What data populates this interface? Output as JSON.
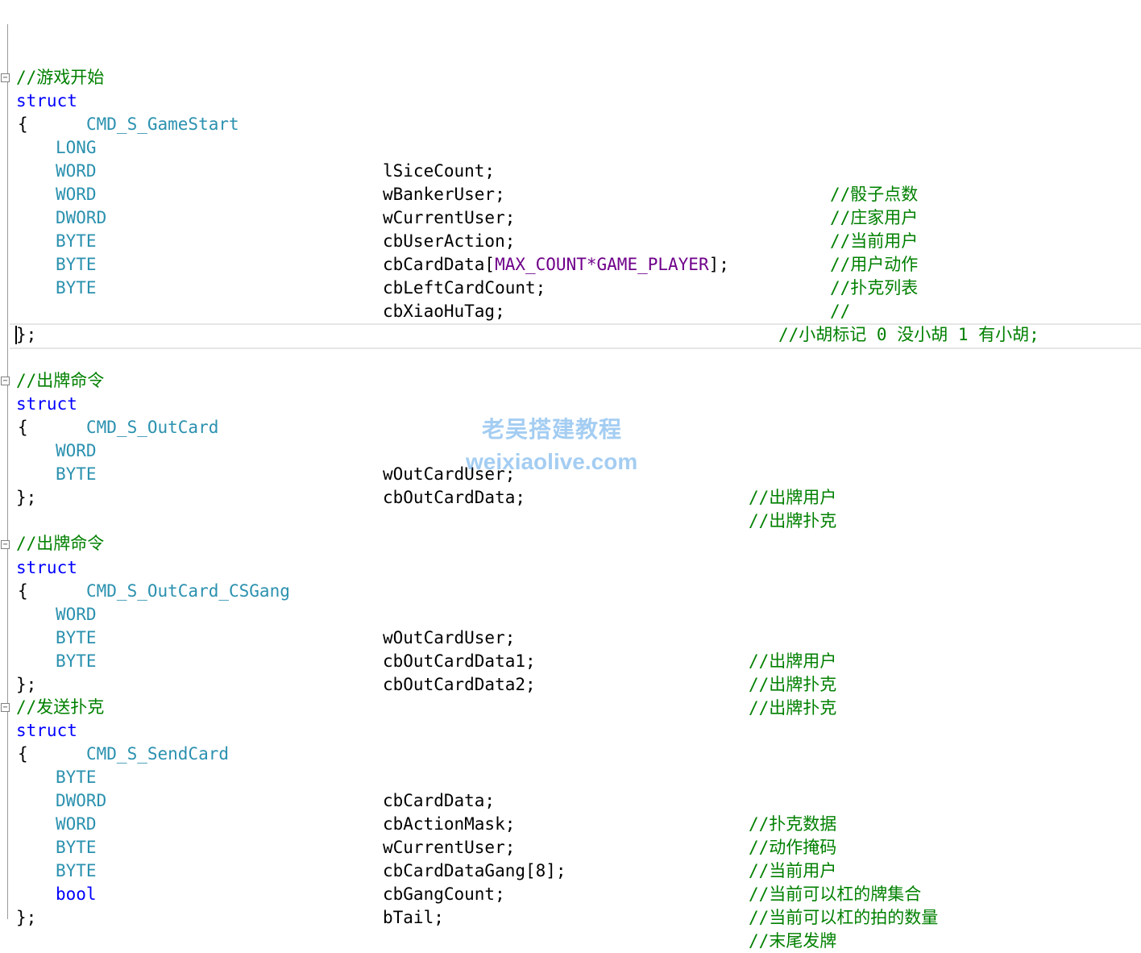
{
  "blocks": [
    {
      "comment": "//游戏开始",
      "keyword": "struct",
      "name": "CMD_S_GameStart",
      "open": "{",
      "close": "};",
      "fields": [
        {
          "type": "LONG",
          "var": "lSiceCount;",
          "comment": "//骰子点数"
        },
        {
          "type": "WORD",
          "var": "wBankerUser;",
          "comment": "//庄家用户"
        },
        {
          "type": "WORD",
          "var": "wCurrentUser;",
          "comment": "//当前用户"
        },
        {
          "type": "DWORD",
          "var": "cbUserAction;",
          "comment": "//用户动作"
        },
        {
          "type": "BYTE",
          "var_prefix": "cbCardData[",
          "var_macro": "MAX_COUNT*GAME_PLAYER",
          "var_suffix": "];",
          "comment": "//扑克列表"
        },
        {
          "type": "BYTE",
          "var": "cbLeftCardCount;",
          "comment": "//"
        },
        {
          "type": "BYTE",
          "var": "cbXiaoHuTag;",
          "comment": "//小胡标记 0 没小胡 1 有小胡;"
        }
      ]
    },
    {
      "comment": "//出牌命令",
      "keyword": "struct",
      "name": "CMD_S_OutCard",
      "open": "{",
      "close": "};",
      "fields": [
        {
          "type": "WORD",
          "var": "wOutCardUser;",
          "comment": "//出牌用户"
        },
        {
          "type": "BYTE",
          "var": "cbOutCardData;",
          "comment": "//出牌扑克"
        }
      ]
    },
    {
      "comment": "//出牌命令",
      "keyword": "struct",
      "name": "CMD_S_OutCard_CSGang",
      "open": "{",
      "close": "};",
      "fields": [
        {
          "type": "WORD",
          "var": "wOutCardUser;",
          "comment": "//出牌用户"
        },
        {
          "type": "BYTE",
          "var": "cbOutCardData1;",
          "comment": "//出牌扑克"
        },
        {
          "type": "BYTE",
          "var": "cbOutCardData2;",
          "comment": "//出牌扑克"
        }
      ]
    },
    {
      "comment": "//发送扑克",
      "keyword": "struct",
      "name": "CMD_S_SendCard",
      "open": "{",
      "close": "};",
      "fields": [
        {
          "type": "BYTE",
          "var": "cbCardData;",
          "comment": "//扑克数据"
        },
        {
          "type": "DWORD",
          "var": "cbActionMask;",
          "comment": "//动作掩码"
        },
        {
          "type": "WORD",
          "var": "wCurrentUser;",
          "comment": "//当前用户"
        },
        {
          "type": "BYTE",
          "var": "cbCardDataGang[8];",
          "comment": "//当前可以杠的牌集合"
        },
        {
          "type": "BYTE",
          "var": "cbGangCount;",
          "comment": "//当前可以杠的拍的数量"
        },
        {
          "type": "bool",
          "var": "bTail;",
          "comment": "//末尾发牌"
        }
      ]
    }
  ],
  "watermark": {
    "line1": "老吴搭建教程",
    "line2": "weixiaolive.com"
  },
  "colors": {
    "keyword": "#0000ff",
    "type": "#2b91af",
    "comment": "#008000",
    "macro": "#6f008a"
  }
}
